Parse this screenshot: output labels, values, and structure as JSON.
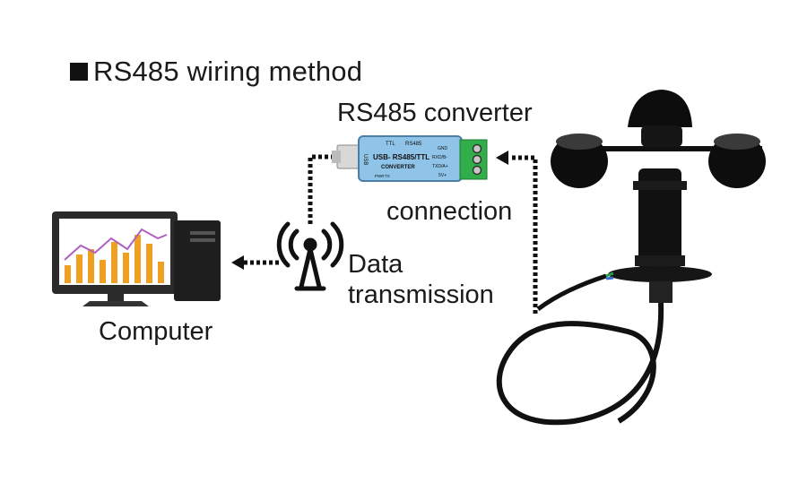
{
  "heading": {
    "marker": "■",
    "text": "RS485 wiring method"
  },
  "labels": {
    "converter": "RS485 converter",
    "connection": "connection",
    "data_line1": "Data",
    "data_line2": "transmission",
    "computer": "Computer"
  },
  "converter_device": {
    "top_label_left": "TTL",
    "top_label_right": "RS485",
    "title": "USB- RS485/TTL",
    "subtitle": "CONVERTER",
    "side_label": "USB",
    "pins": [
      "GND",
      "RXD/B-",
      "TXD/A+",
      "5V+"
    ],
    "leds": [
      "PWR",
      "TX"
    ]
  },
  "colors": {
    "converter_body": "#8fc4e8",
    "terminal": "#2fae4a",
    "chart_bars": "#f0a020",
    "chart_line": "#b060c0"
  }
}
